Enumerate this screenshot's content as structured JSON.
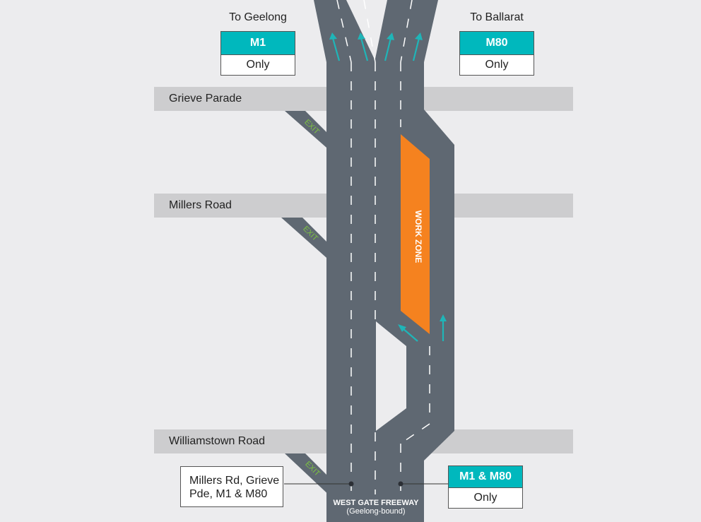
{
  "destinations": {
    "left": {
      "label": "To Geelong",
      "sign_route": "M1",
      "sign_note": "Only"
    },
    "right": {
      "label": "To Ballarat",
      "sign_route": "M80",
      "sign_note": "Only"
    }
  },
  "cross_roads": [
    {
      "name": "Grieve Parade"
    },
    {
      "name": "Millers Road"
    },
    {
      "name": "Williamstown Road"
    }
  ],
  "exit_label": "EXIT",
  "work_zone_label": "WORK ZONE",
  "freeway": {
    "name": "WEST GATE FREEWAY",
    "direction": "(Geelong-bound)"
  },
  "lane_callouts": {
    "left": {
      "text": "Millers Rd, Grieve Pde, M1 & M80"
    },
    "right": {
      "sign_route": "M1 & M80",
      "sign_note": "Only"
    }
  },
  "colors": {
    "background": "#ececee",
    "road": "#5f6872",
    "cross_road": "#cdcdcf",
    "sign_teal": "#00b8bd",
    "arrow_teal": "#1fb5b8",
    "work_zone": "#f5821f",
    "exit_text": "#7cc142"
  }
}
